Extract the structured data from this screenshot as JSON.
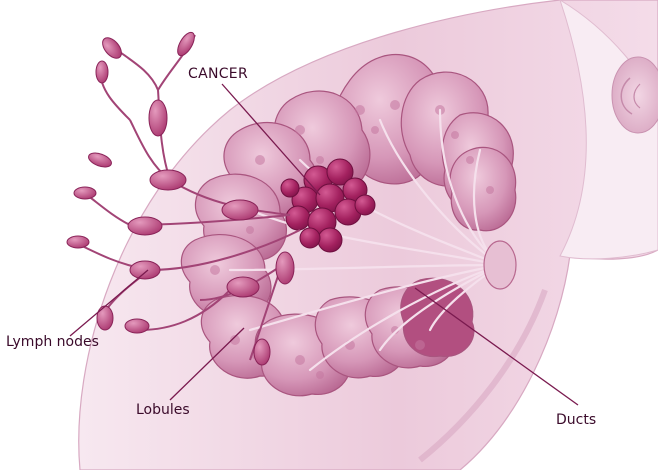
{
  "labels": {
    "cancer": "CANCER",
    "lymph_nodes": "Lymph nodes",
    "lobules": "Lobules",
    "ducts": "Ducts"
  },
  "colors": {
    "skin_light": "#f6e4ee",
    "skin_mid": "#e6bfd4",
    "skin_dark": "#c98aae",
    "tissue": "#d79abb",
    "tissue_dark": "#b0517f",
    "tumor": "#a11f63",
    "duct": "#f3dbe8",
    "leader": "#7a1a4f",
    "text": "#3a0a2a"
  }
}
